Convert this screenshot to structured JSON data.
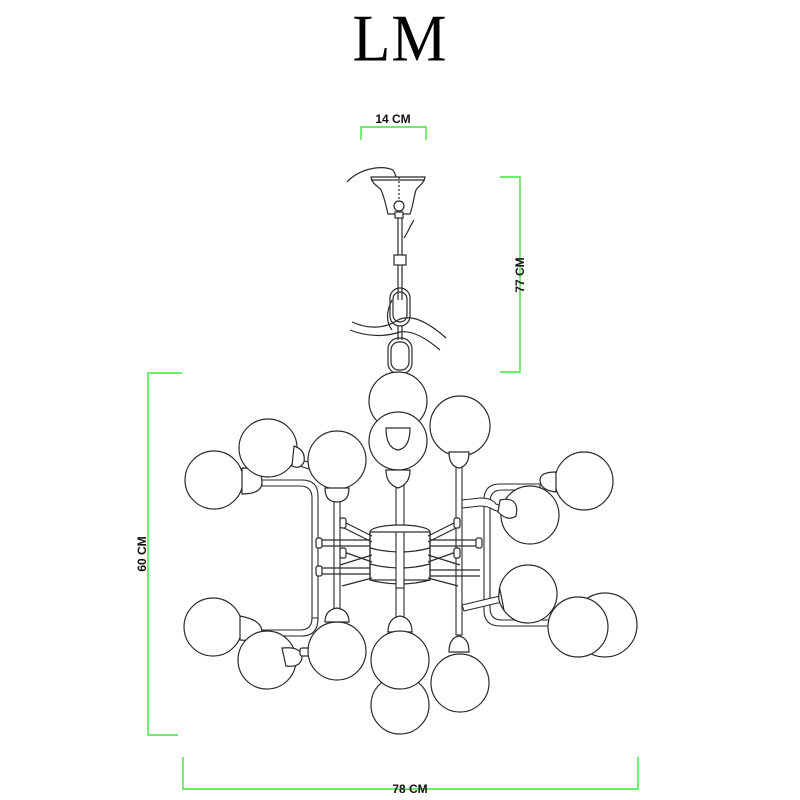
{
  "brand": {
    "logo_text": "LM"
  },
  "drawing": {
    "subject": "chandelier-line-drawing",
    "line_color": "#2a2a2a",
    "dimension_color": "#3ce63c"
  },
  "dimensions": {
    "canopy_width": {
      "label": "14 CM",
      "value": 14,
      "unit": "CM"
    },
    "suspension_height": {
      "label": "77 CM",
      "value": 77,
      "unit": "CM"
    },
    "body_height": {
      "label": "60 CM",
      "value": 60,
      "unit": "CM"
    },
    "overall_width": {
      "label": "78 CM",
      "value": 78,
      "unit": "CM"
    }
  }
}
